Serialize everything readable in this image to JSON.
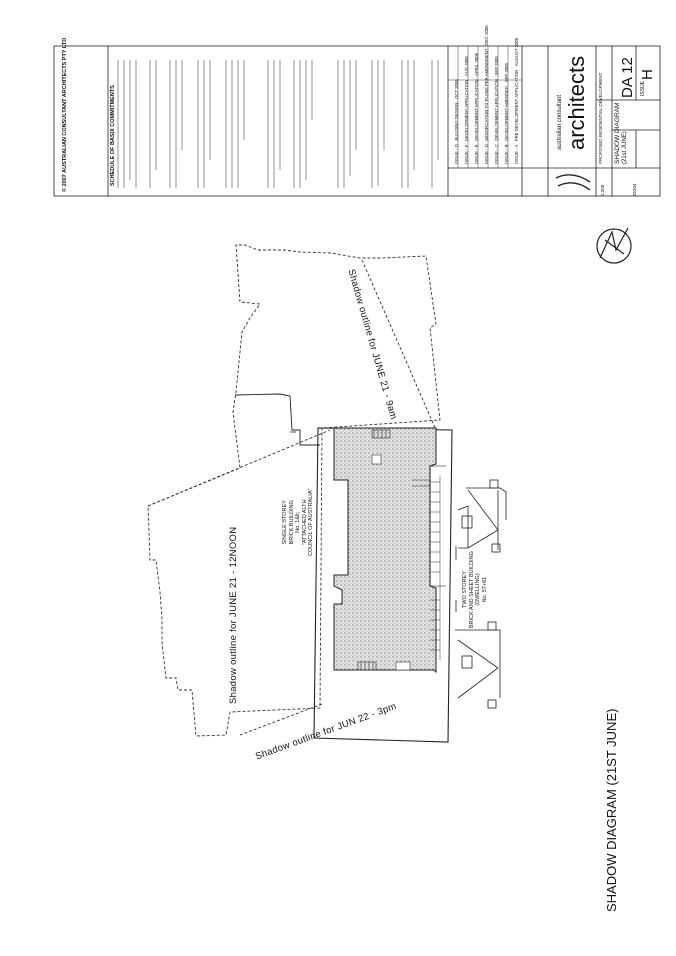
{
  "sheet_caption": "SHADOW DIAGRAM (21ST JUNE)",
  "shadow_labels": {
    "noon": "Shadow outline for JUNE 21 - 12NOON",
    "nine_am": "Shadow outline for JUNE 21 - 9am",
    "three_pm": "Shadow outline for JUN 22 - 3pm"
  },
  "building_notes": {
    "single_storey": [
      "SINGLE STOREY",
      "BRICK BUILDING",
      "No. 1&lt;",
      "\"ATTACHED ALTH",
      "COUNCIL OF AUSTRALIA\""
    ],
    "two_storey": [
      "TWO STOREY",
      "BRICK AND SHEET BUILDING",
      "(DWELLING)",
      "No. 57+61"
    ]
  },
  "title_block": {
    "copyright": "© 2007 AUSTRALIAN CONSULTANT ARCHITECTS PTY LTD",
    "notes_heading": "SCHEDULE OF BASIX COMMITMENTS",
    "revisions": [
      {
        "issue": "ISSUE - D",
        "desc": "BUILDING DESIGN",
        "date": "OCT 2006"
      },
      {
        "issue": "ISSUE - F",
        "desc": "DEVELOPMENT APPLICATION",
        "date": "AUG 2006"
      },
      {
        "issue": "ISSUE - E",
        "desc": "DEVELOPMENT APPLICATION",
        "date": "APRIL 2006"
      },
      {
        "issue": "ISSUE - D",
        "desc": "MODIFICATION TO PLANS PER AMENDMENT",
        "date": "DEC 2005"
      },
      {
        "issue": "ISSUE - C",
        "desc": "DEVELOPMENT APPLICATION",
        "date": "SEP 2005"
      },
      {
        "issue": "ISSUE - B",
        "desc": "DEVELOPMENT AMENDED",
        "date": "SEP 2005"
      },
      {
        "issue": "ISSUE - A",
        "desc": "PRE DEVELOPMENT APPLICATION",
        "date": "AUGUST 2005"
      }
    ],
    "firm": "australian consultant",
    "firm_big": "architects",
    "project": "PROPOSED RESIDENTIAL DEVELOPMENT",
    "drawing_title": "SHADOW DIAGRAM",
    "drawing_subtitle": "(21st JUNE)",
    "drawing_no": "DA 12",
    "issue_label": "ISSUE",
    "issue": "H",
    "scale": "1:200",
    "job_no": "25204"
  }
}
